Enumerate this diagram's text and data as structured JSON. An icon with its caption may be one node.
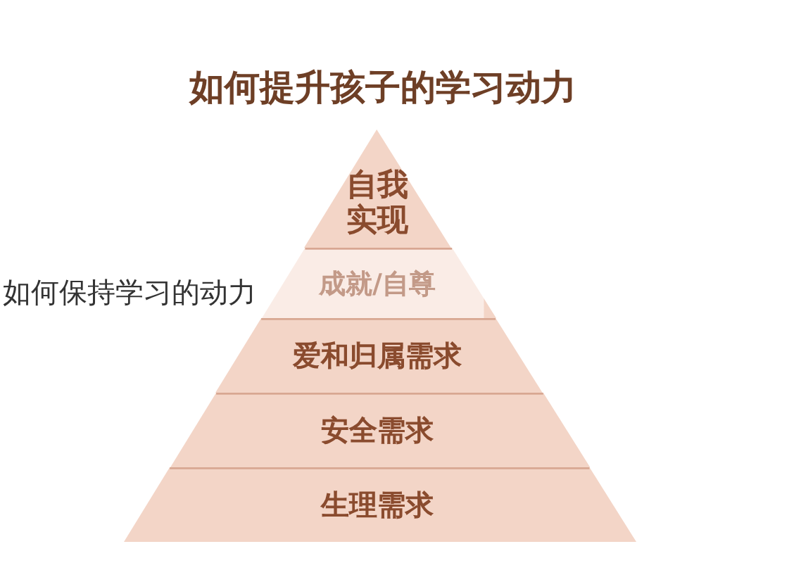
{
  "diagram": {
    "title": "如何提升孩子的学习动力",
    "nodes": [
      {
        "text": [
          "自我实现"
        ]
      },
      {
        "text": [
          "成就/自尊"
        ]
      },
      {
        "text": [
          "爱和归属需求"
        ]
      },
      {
        "text": [
          "安全需求"
        ]
      },
      {
        "text": [
          "生理需求"
        ]
      }
    ],
    "labels": [
      "如何保持学习的动力"
    ]
  }
}
